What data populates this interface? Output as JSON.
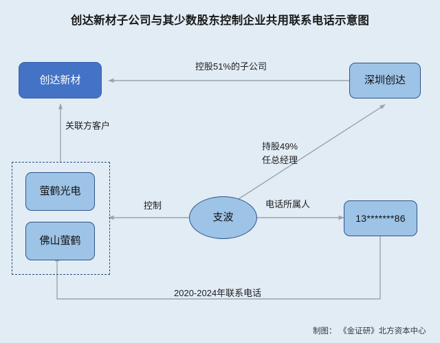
{
  "page": {
    "title": "创达新材子公司与其少数股东控制企业共用联系电话示意图",
    "background_color": "#e2ecf5",
    "credit": "制图： 《金证研》北方资本中心"
  },
  "nodes": {
    "chuangda_xincai": {
      "label": "创达新材",
      "fill": "#4472c4",
      "text_color": "#ffffff"
    },
    "shenzhen_chuangda": {
      "label": "深圳创达",
      "fill": "#9dc3e6",
      "text_color": "#111111"
    },
    "yinghe_guangdian": {
      "label": "萤鹤光电",
      "fill": "#9dc3e6",
      "text_color": "#111111"
    },
    "foshan_yinghe": {
      "label": "佛山萤鹤",
      "fill": "#9dc3e6",
      "text_color": "#111111"
    },
    "zhibo": {
      "label": "支波",
      "fill": "#9dc3e6",
      "text_color": "#111111"
    },
    "phone": {
      "label": "13*******86",
      "fill": "#9dc3e6",
      "text_color": "#111111"
    }
  },
  "edge_labels": {
    "holding_51": "控股51%的子公司",
    "related_party_customer": "关联方客户",
    "holding_49": "持股49%",
    "general_manager": "任总经理",
    "control": "控制",
    "phone_owner": "电话所属人",
    "phone_period": "2020-2024年联系电话"
  },
  "group": {
    "border_color": "#27497d",
    "border_style": "dashed"
  },
  "style": {
    "connector_color": "#9aa4ad",
    "connector_color_dark": "#8e99a3"
  }
}
